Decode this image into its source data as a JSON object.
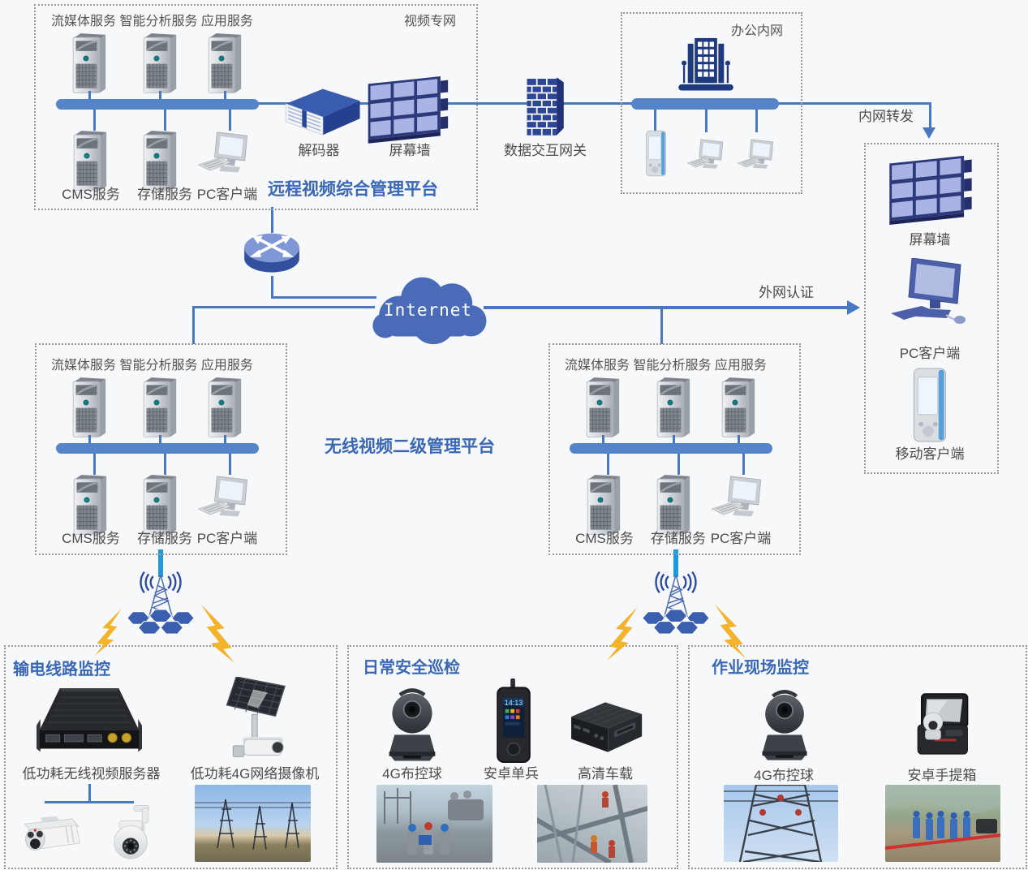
{
  "shared": {
    "services": "流媒体服务 智能分析服务 应用服务",
    "cms": "CMS服务",
    "storage": "存储服务",
    "pc_client": "PC客户端"
  },
  "top_platform": {
    "network": "视频专网",
    "decoder": "解码器",
    "screen_wall": "屏幕墙",
    "title": "远程视频综合管理平台"
  },
  "gateway": {
    "label": "数据交互网关"
  },
  "office": {
    "title": "办公内网"
  },
  "flows": {
    "intranet_forward": "内网转发",
    "extranet_auth": "外网认证"
  },
  "internet": {
    "label": "Internet"
  },
  "client_panel": {
    "screen_wall": "屏幕墙",
    "pc_client": "PC客户端",
    "mobile_client": "移动客户端"
  },
  "secondary": {
    "title": "无线视频二级管理平台"
  },
  "scenes": {
    "transmission": {
      "title": "输电线路监控",
      "device1": "低功耗无线视频服务器",
      "device2": "低功耗4G网络摄像机"
    },
    "inspection": {
      "title": "日常安全巡检",
      "device1": "4G布控球",
      "device2": "安卓单兵",
      "device3": "高清车载",
      "phone_time": "14:13"
    },
    "worksite": {
      "title": "作业现场监控",
      "device1": "4G布控球",
      "device2": "安卓手提箱"
    }
  },
  "colors": {
    "line": "#4878c4",
    "bus": "#5585c8",
    "wireless_link": "#1f9bdc",
    "title": "#3a68b5",
    "lightning": "#f3b32b",
    "navy": "#2c3a7c"
  }
}
